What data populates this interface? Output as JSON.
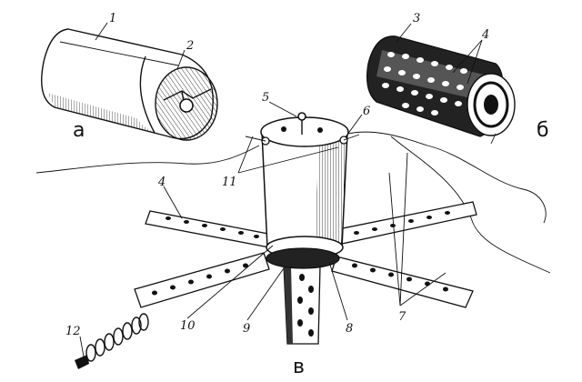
{
  "figure": {
    "panel_labels": {
      "a": "а",
      "b": "б",
      "c": "в"
    },
    "callouts": {
      "n1": "1",
      "n2": "2",
      "n3": "3",
      "n4_top": "4",
      "n4_left": "4",
      "n5": "5",
      "n6": "6",
      "n7": "7",
      "n8": "8",
      "n9": "9",
      "n10": "10",
      "n11": "11",
      "n12": "12"
    }
  }
}
